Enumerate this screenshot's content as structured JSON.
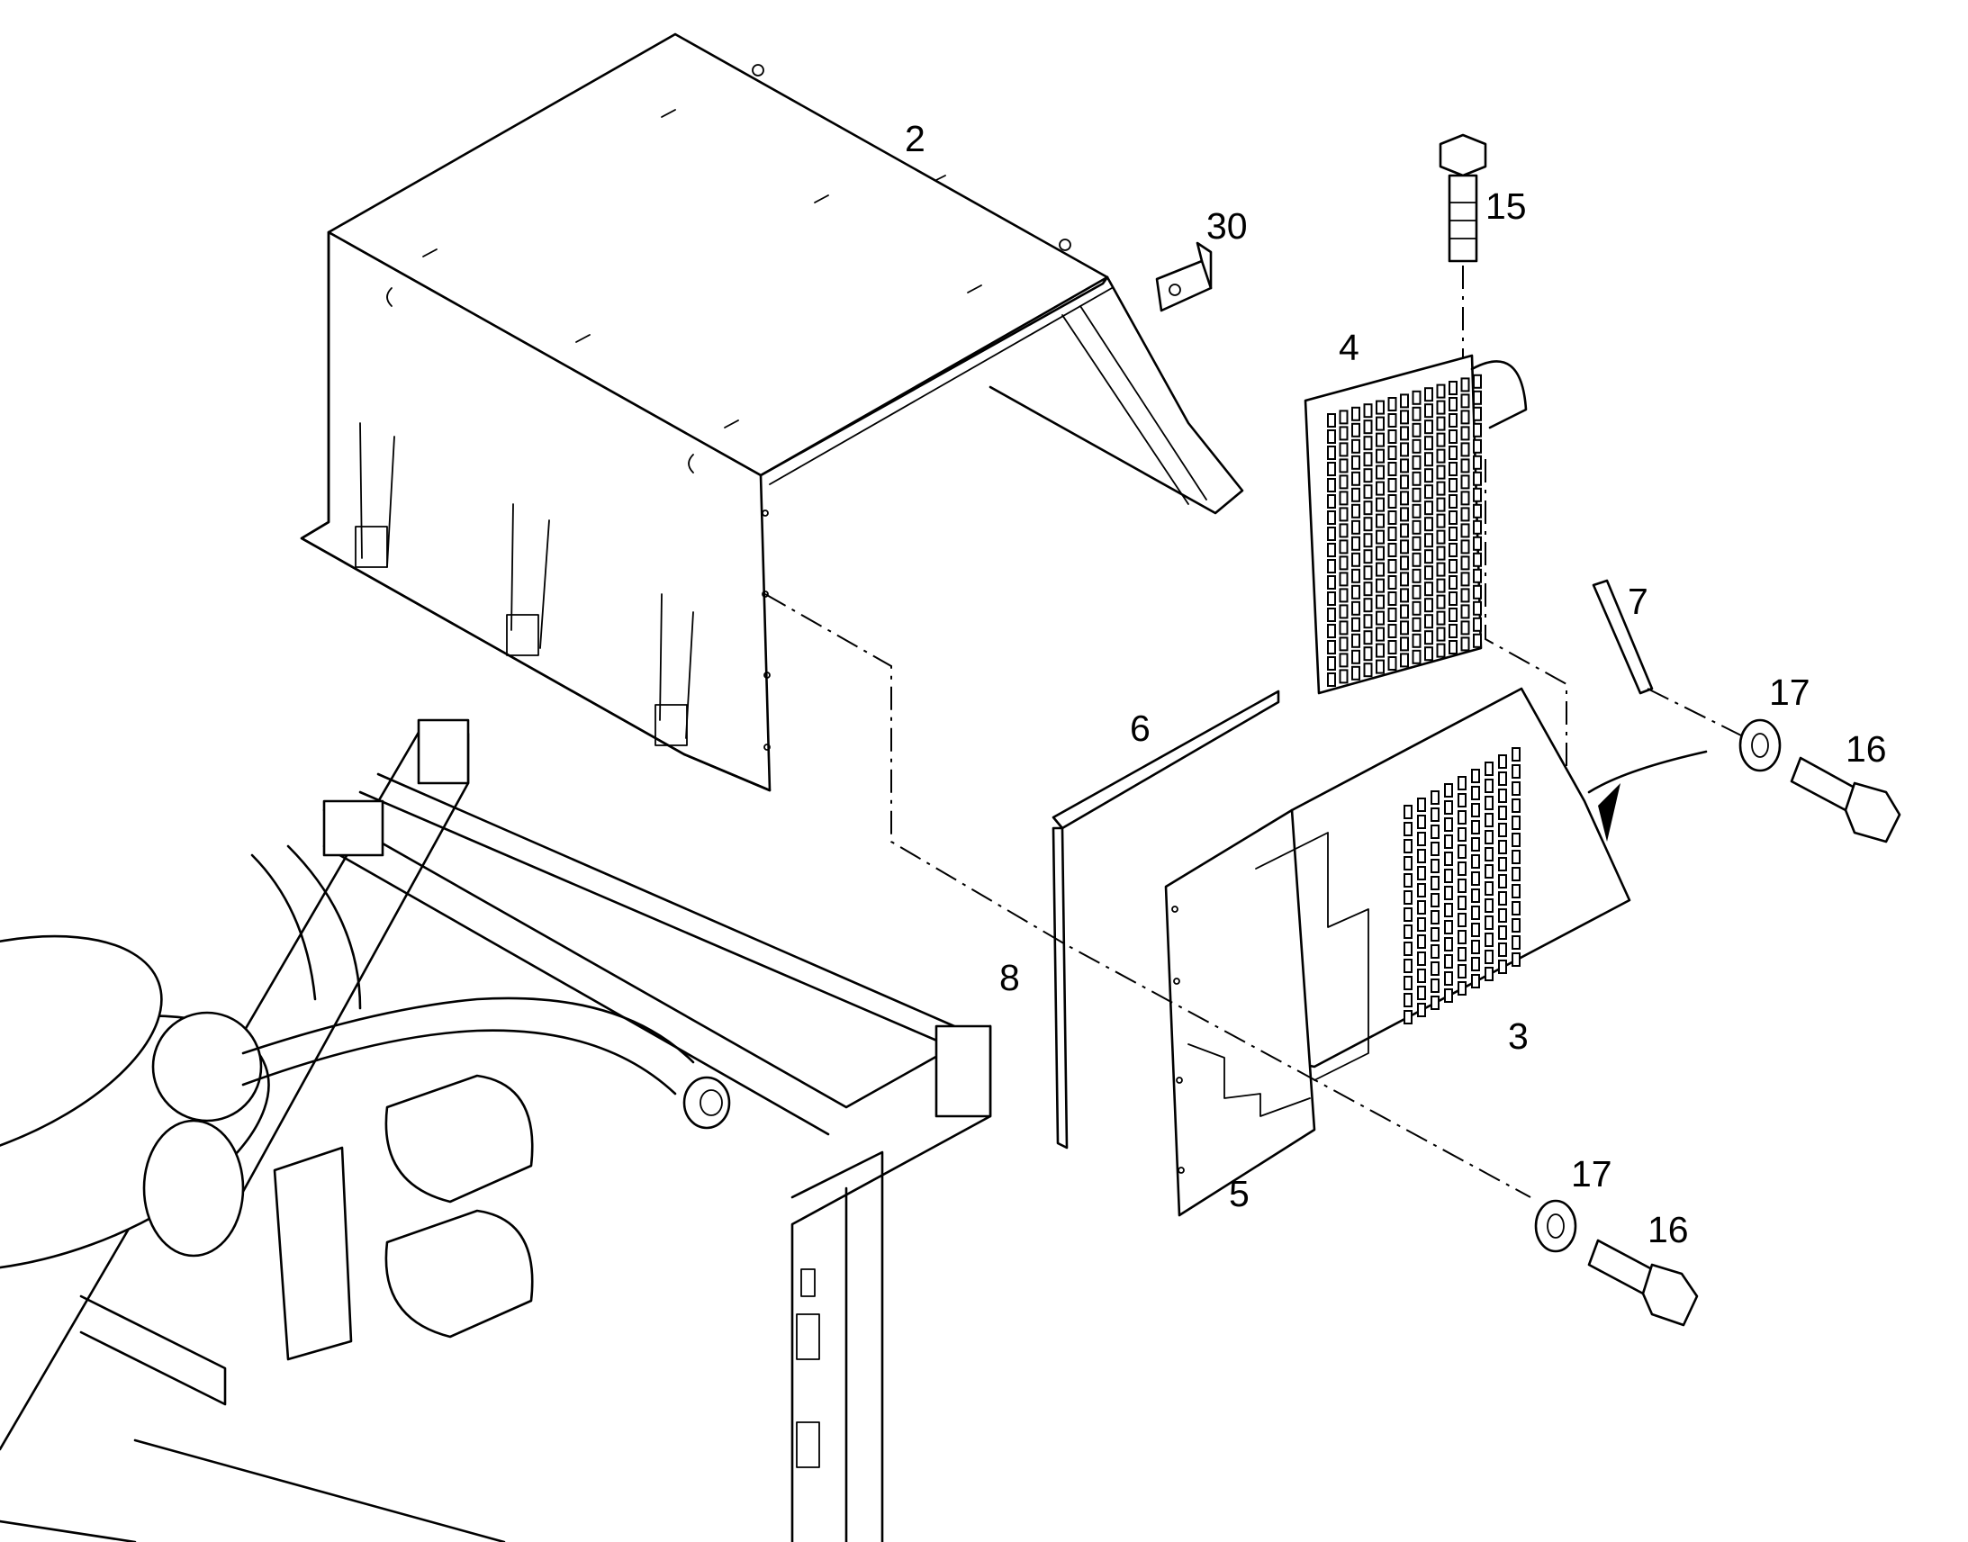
{
  "callouts": [
    {
      "id": "c2",
      "label": "2"
    },
    {
      "id": "c30",
      "label": "30"
    },
    {
      "id": "c15",
      "label": "15"
    },
    {
      "id": "c4",
      "label": "4"
    },
    {
      "id": "c7",
      "label": "7"
    },
    {
      "id": "c17a",
      "label": "17"
    },
    {
      "id": "c16a",
      "label": "16"
    },
    {
      "id": "c6",
      "label": "6"
    },
    {
      "id": "c8",
      "label": "8"
    },
    {
      "id": "c3",
      "label": "3"
    },
    {
      "id": "c5",
      "label": "5"
    },
    {
      "id": "c17b",
      "label": "17"
    },
    {
      "id": "c16b",
      "label": "16"
    }
  ]
}
